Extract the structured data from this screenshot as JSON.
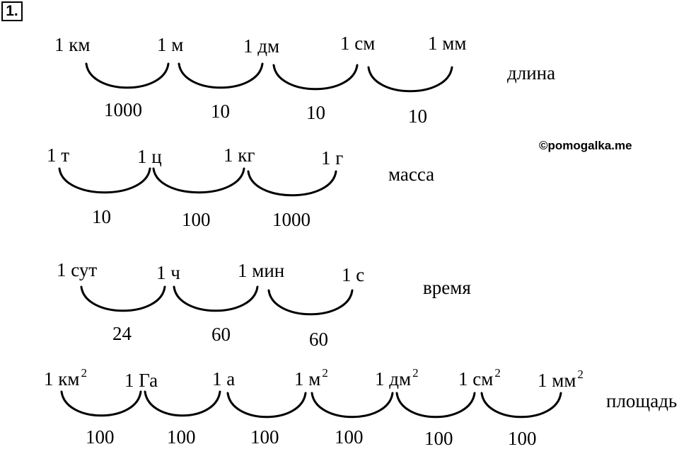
{
  "task_number": "1.",
  "watermark": "©pomogalka.me",
  "rows": [
    {
      "category": "длина",
      "units": [
        "1 км",
        "1 м",
        "1 дм",
        "1 см",
        "1 мм"
      ],
      "factors": [
        "1000",
        "10",
        "10",
        "10"
      ]
    },
    {
      "category": "масса",
      "units": [
        "1 т",
        "1 ц",
        "1 кг",
        "1 г"
      ],
      "factors": [
        "10",
        "100",
        "1000"
      ]
    },
    {
      "category": "время",
      "units": [
        "1 сут",
        "1 ч",
        "1 мин",
        "1 с"
      ],
      "factors": [
        "24",
        "60",
        "60"
      ]
    },
    {
      "category": "площадь",
      "units": [
        "1 км",
        "1 Га",
        "1 а",
        "1 м",
        "1 дм",
        "1 см",
        "1 мм"
      ],
      "unit_superscripts": [
        "2",
        "",
        "",
        "2",
        "2",
        "2",
        "2"
      ],
      "factors": [
        "100",
        "100",
        "100",
        "100",
        "100",
        "100"
      ]
    }
  ]
}
